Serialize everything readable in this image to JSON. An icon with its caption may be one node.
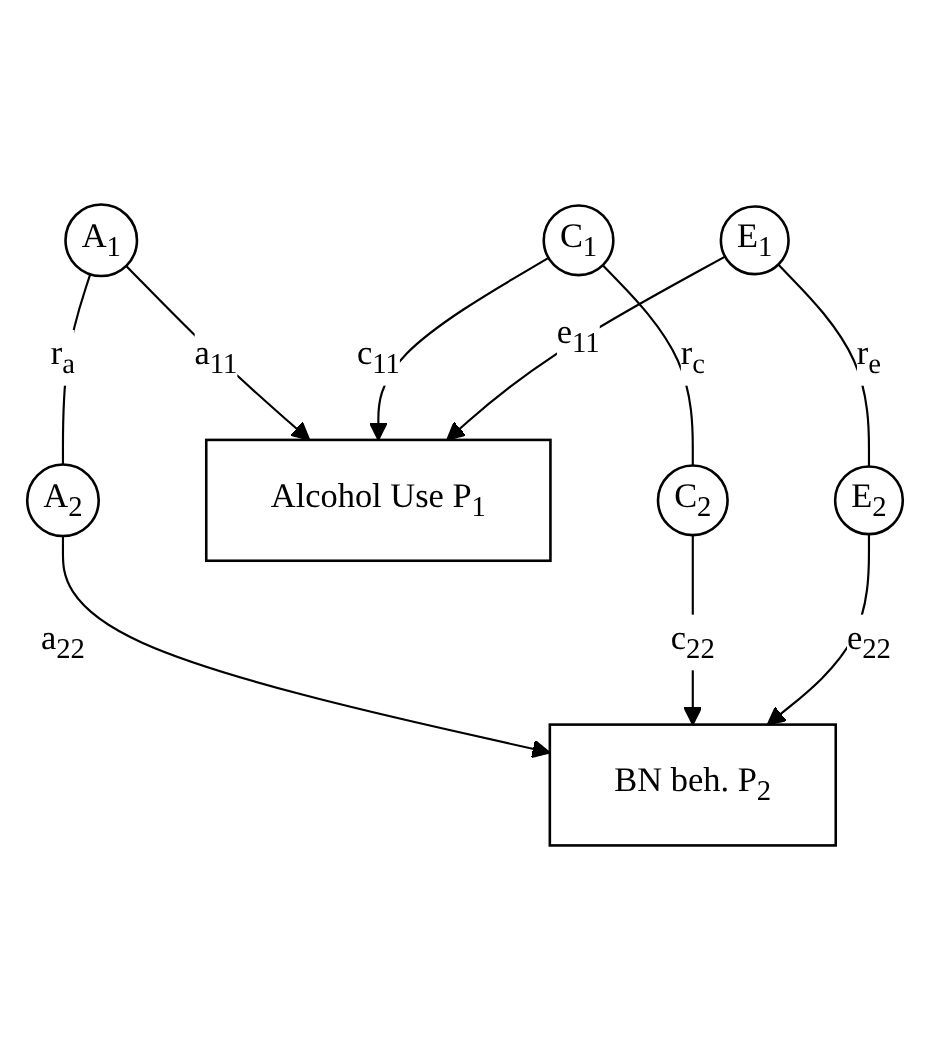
{
  "diagram": {
    "nodes": [
      {
        "text": [
          "A$_{1}$"
        ]
      },
      {
        "text": [
          "A$_{2}$"
        ]
      },
      {
        "text": [
          "Alcohol Use P$_{1}$"
        ]
      },
      {
        "text": [
          "BN beh. P$_{2}$"
        ]
      },
      {
        "text": [
          "C$_{1}$"
        ]
      },
      {
        "text": [
          "E$_{1}$"
        ]
      },
      {
        "text": [
          "C$_{2}$"
        ]
      },
      {
        "text": [
          "E$_{2}$"
        ]
      }
    ],
    "edges": [
      {
        "from": 0,
        "to": 1,
        "arrow": "none",
        "label": "r$_{a}$"
      },
      {
        "from": 0,
        "to": 2,
        "arrow": "to",
        "label": "a$_{11}$"
      },
      {
        "from": 1,
        "to": 3,
        "arrow": "to",
        "label": "a$_{22}$"
      },
      {
        "from": 4,
        "to": 2,
        "arrow": "to",
        "label": "c$_{11}$"
      },
      {
        "from": 5,
        "to": 2,
        "arrow": "to",
        "label": "e$_{11}$"
      },
      {
        "from": 6,
        "to": 3,
        "arrow": "to",
        "label": "c$_{22}$"
      },
      {
        "from": 7,
        "to": 3,
        "arrow": "to",
        "label": "e$_{22}$"
      },
      {
        "from": 4,
        "to": 6,
        "arrow": "none",
        "label": "r$_{c}$"
      },
      {
        "from": 5,
        "to": 7,
        "arrow": "none",
        "label": "r$_{e}$"
      }
    ]
  }
}
